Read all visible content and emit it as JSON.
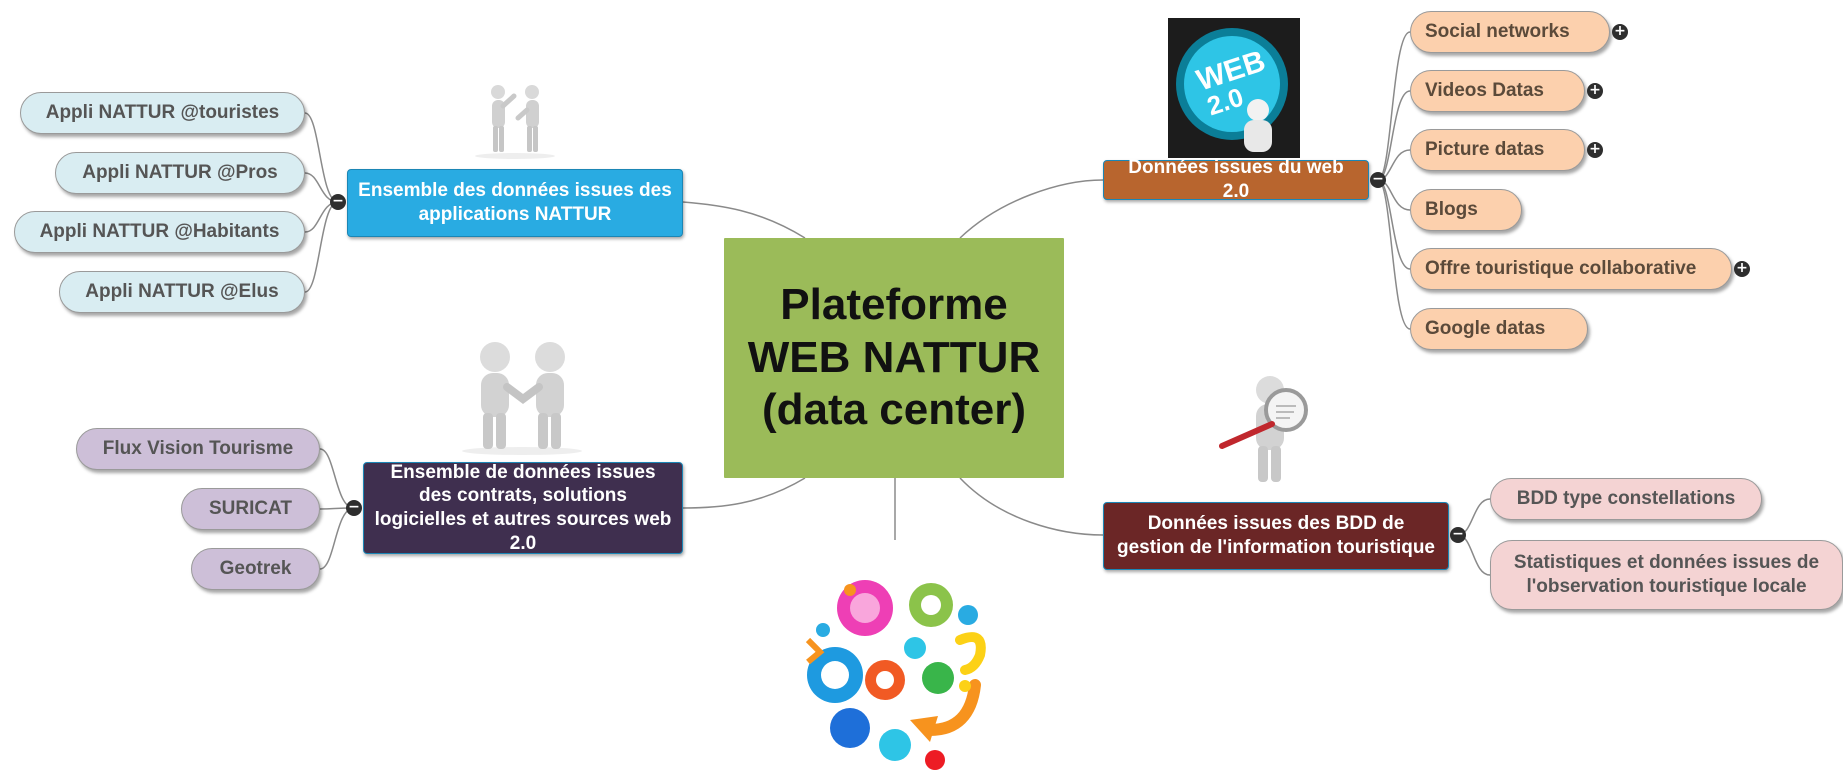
{
  "center": {
    "line1": "Plateforme",
    "line2": "WEB NATTUR",
    "line3": "(data center)"
  },
  "branches": {
    "apps": {
      "label": "Ensemble des données issues  des applications NATTUR",
      "color": "#29abe2",
      "children": [
        "Appli NATTUR @touristes",
        "Appli NATTUR @Pros",
        "Appli NATTUR @Habitants",
        "Appli NATTUR @Elus"
      ]
    },
    "contracts": {
      "label": "Ensemble de données issues des contrats, solutions logicielles et autres sources web 2.0",
      "color": "#3f2f4f",
      "children": [
        "Flux Vision Tourisme",
        "SURICAT",
        "Geotrek"
      ]
    },
    "web2": {
      "label": "Données issues du web 2.0",
      "color": "#b8652e",
      "children": [
        "Social networks",
        "Videos Datas",
        "Picture datas",
        "Blogs",
        "Offre touristique collaborative",
        "Google datas"
      ]
    },
    "bdd": {
      "label": "Données issues des BDD de gestion de l'information touristique",
      "color": "#6b2626",
      "children": [
        "BDD type constellations",
        "Statistiques et données issues de l'observation touristique locale"
      ]
    }
  },
  "images": {
    "web_button_text": "WEB 2.0"
  },
  "toggles": {
    "collapse": "−",
    "expand": "+"
  },
  "icons": [
    "people-talking-icon",
    "handshake-icon",
    "web-2-button-icon",
    "magnifier-person-icon",
    "gears-cogs-icon"
  ]
}
